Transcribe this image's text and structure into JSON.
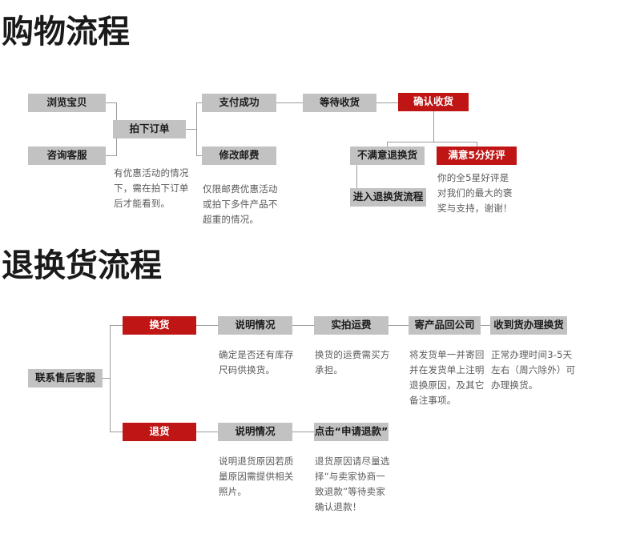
{
  "page": {
    "background": "#ffffff",
    "accent_red": "#bf1515",
    "node_gray": "#c2c2c2",
    "line_gray": "#9b9b9b",
    "note_color": "#5a5a5a"
  },
  "sections": [
    {
      "id": "shopping",
      "title": "购物流程",
      "nodes": [
        {
          "id": "browse",
          "label": "浏览宝贝",
          "style": "gray"
        },
        {
          "id": "consult",
          "label": "咨询客服",
          "style": "gray"
        },
        {
          "id": "place-order",
          "label": "拍下订单",
          "style": "gray"
        },
        {
          "id": "pay-success",
          "label": "支付成功",
          "style": "gray"
        },
        {
          "id": "modify-postage",
          "label": "修改邮费",
          "style": "gray"
        },
        {
          "id": "await-receipt",
          "label": "等待收货",
          "style": "gray"
        },
        {
          "id": "confirm-receipt",
          "label": "确认收货",
          "style": "red"
        },
        {
          "id": "dissatisfied",
          "label": "不满意退换货",
          "style": "gray"
        },
        {
          "id": "satisfied",
          "label": "满意5分好评",
          "style": "red"
        },
        {
          "id": "enter-return",
          "label": "进入退换货流程",
          "style": "gray"
        }
      ],
      "notes": [
        {
          "id": "note-place-order",
          "text": "有优惠活动的情况\n下，需在拍下订单\n后才能看到。"
        },
        {
          "id": "note-modify-postage",
          "text": "仅限邮费优惠活动\n或拍下多件产品不\n超重的情况。"
        },
        {
          "id": "note-satisfied",
          "text": "你的全5星好评是\n对我们的最大的褒\n奖与支持，谢谢！"
        }
      ]
    },
    {
      "id": "return",
      "title": "退换货流程",
      "nodes": [
        {
          "id": "contact-service",
          "label": "联系售后客服",
          "style": "gray"
        },
        {
          "id": "exchange",
          "label": "换货",
          "style": "red"
        },
        {
          "id": "exchange-explain",
          "label": "说明情况",
          "style": "gray"
        },
        {
          "id": "shipping-photo",
          "label": "实拍运费",
          "style": "gray"
        },
        {
          "id": "send-back",
          "label": "寄产品回公司",
          "style": "gray"
        },
        {
          "id": "receive-handle",
          "label": "收到货办理换货",
          "style": "gray"
        },
        {
          "id": "refund",
          "label": "退货",
          "style": "red"
        },
        {
          "id": "refund-explain",
          "label": "说明情况",
          "style": "gray"
        },
        {
          "id": "click-refund",
          "label": "点击“申请退款”",
          "style": "gray"
        }
      ],
      "notes": [
        {
          "id": "note-exchange-explain",
          "text": "确定是否还有库存\n尺码供换货。"
        },
        {
          "id": "note-shipping-photo",
          "text": "换货的运费需买方\n承担。"
        },
        {
          "id": "note-send-back",
          "text": "将发货单一并寄回\n并在发货单上注明\n退换原因，及其它\n备注事项。"
        },
        {
          "id": "note-receive-handle",
          "text": "正常办理时间3-5天\n左右（周六除外）可\n办理换货。"
        },
        {
          "id": "note-refund-explain",
          "text": "说明退货原因若质\n量原因需提供相关\n照片。"
        },
        {
          "id": "note-click-refund",
          "text": "退货原因请尽量选\n择“与卖家协商一\n致退款”等待卖家\n确认退款！"
        }
      ]
    }
  ]
}
